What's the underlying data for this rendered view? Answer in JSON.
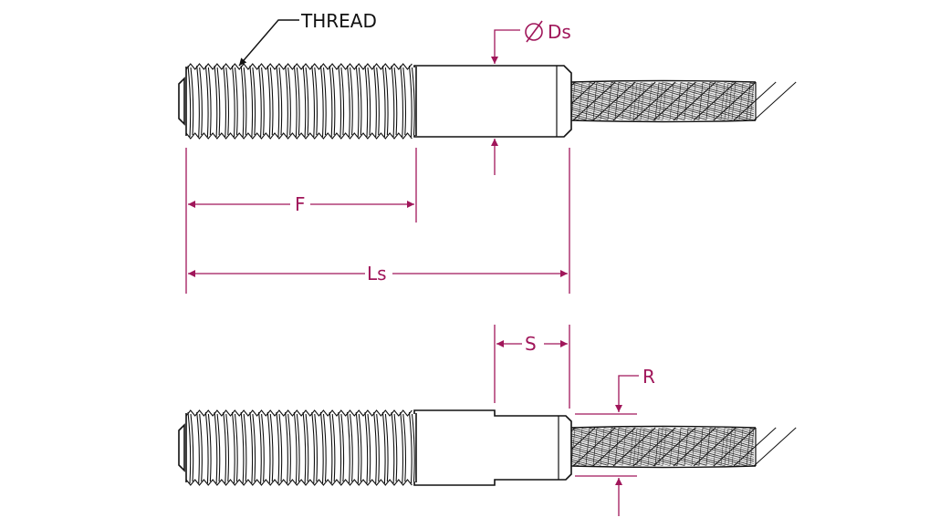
{
  "labels": {
    "thread": "THREAD",
    "diameter_shank": "Ds",
    "thread_length": "F",
    "swage_length": "Ls",
    "step_length": "S",
    "radius": "R"
  },
  "colors": {
    "dimension": "#a0165a",
    "outline": "#111111",
    "background": "#ffffff"
  },
  "icons": {
    "diameter_symbol": "diameter-icon"
  }
}
